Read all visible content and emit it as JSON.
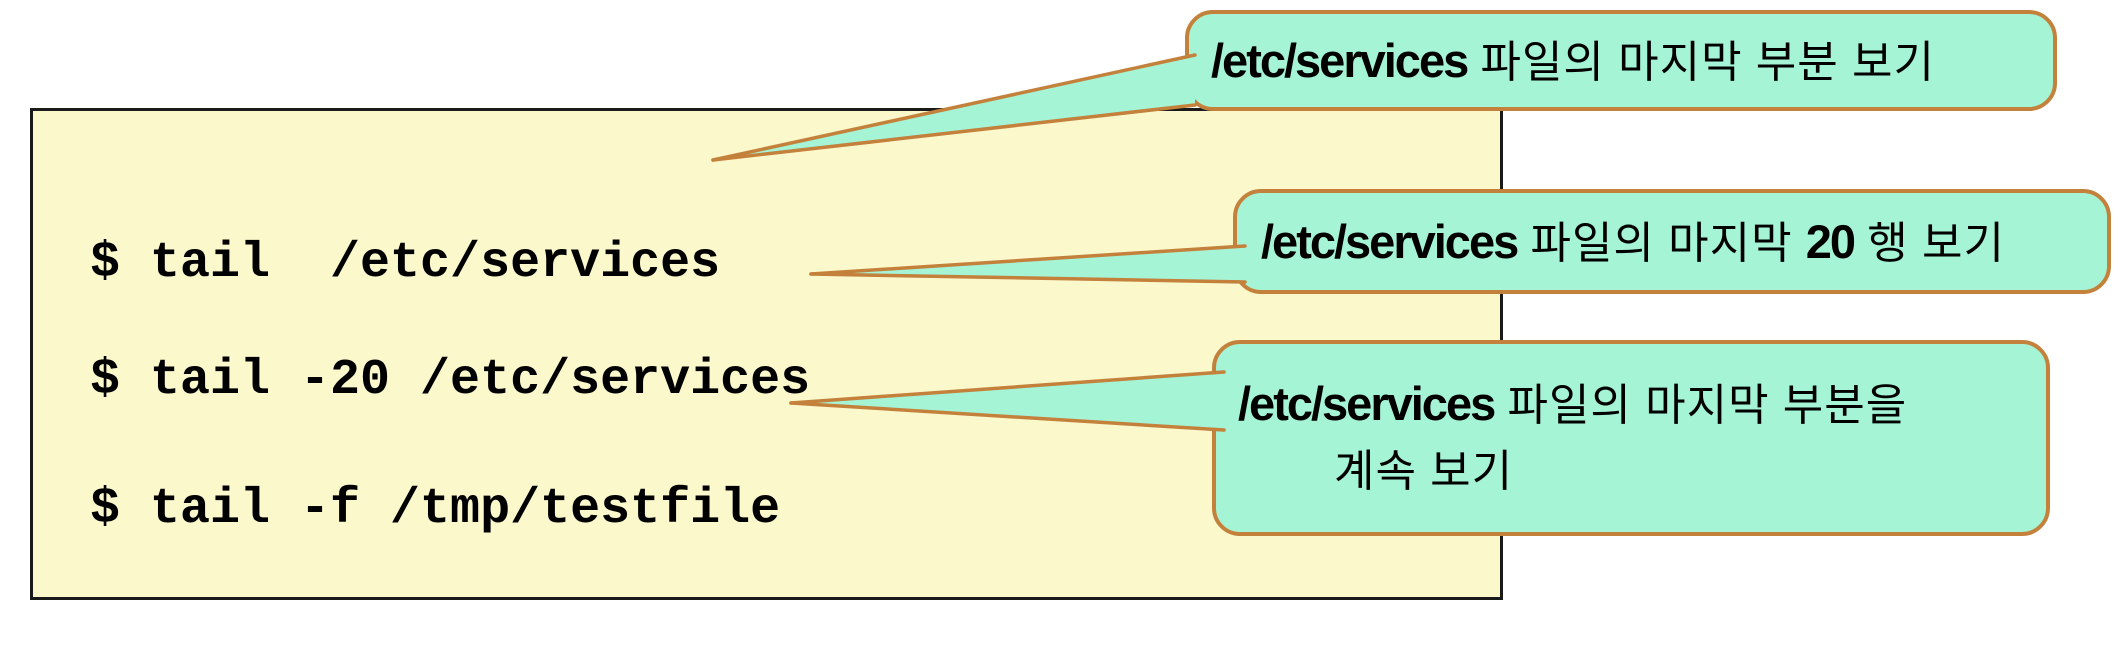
{
  "colors": {
    "canvas_bg": "#ffffff",
    "terminal_fill": "#fbf8cc",
    "terminal_border": "#1a1a1a",
    "bubble_fill": "#a5f4d6",
    "bubble_border": "#c4813b",
    "command_text": "#000000",
    "bubble_text": "#000000"
  },
  "terminal": {
    "commands": [
      "$ tail  /etc/services",
      "$ tail -20 /etc/services",
      "$ tail -f /tmp/testfile"
    ]
  },
  "callouts": [
    {
      "segments": [
        {
          "text": "/etc/services",
          "bold": true
        },
        {
          "text": " 파일의 마지막 부분 보기",
          "bold": false
        }
      ]
    },
    {
      "segments": [
        {
          "text": "/etc/services",
          "bold": true
        },
        {
          "text": " 파일의 마지막 ",
          "bold": false
        },
        {
          "text": "20",
          "bold": true
        },
        {
          "text": " 행 보기",
          "bold": false
        }
      ]
    },
    {
      "segments": [
        {
          "text": "/etc/services",
          "bold": true
        },
        {
          "text": " 파일의 마지막 부분을",
          "bold": false
        }
      ],
      "line2": "계속 보기"
    }
  ]
}
